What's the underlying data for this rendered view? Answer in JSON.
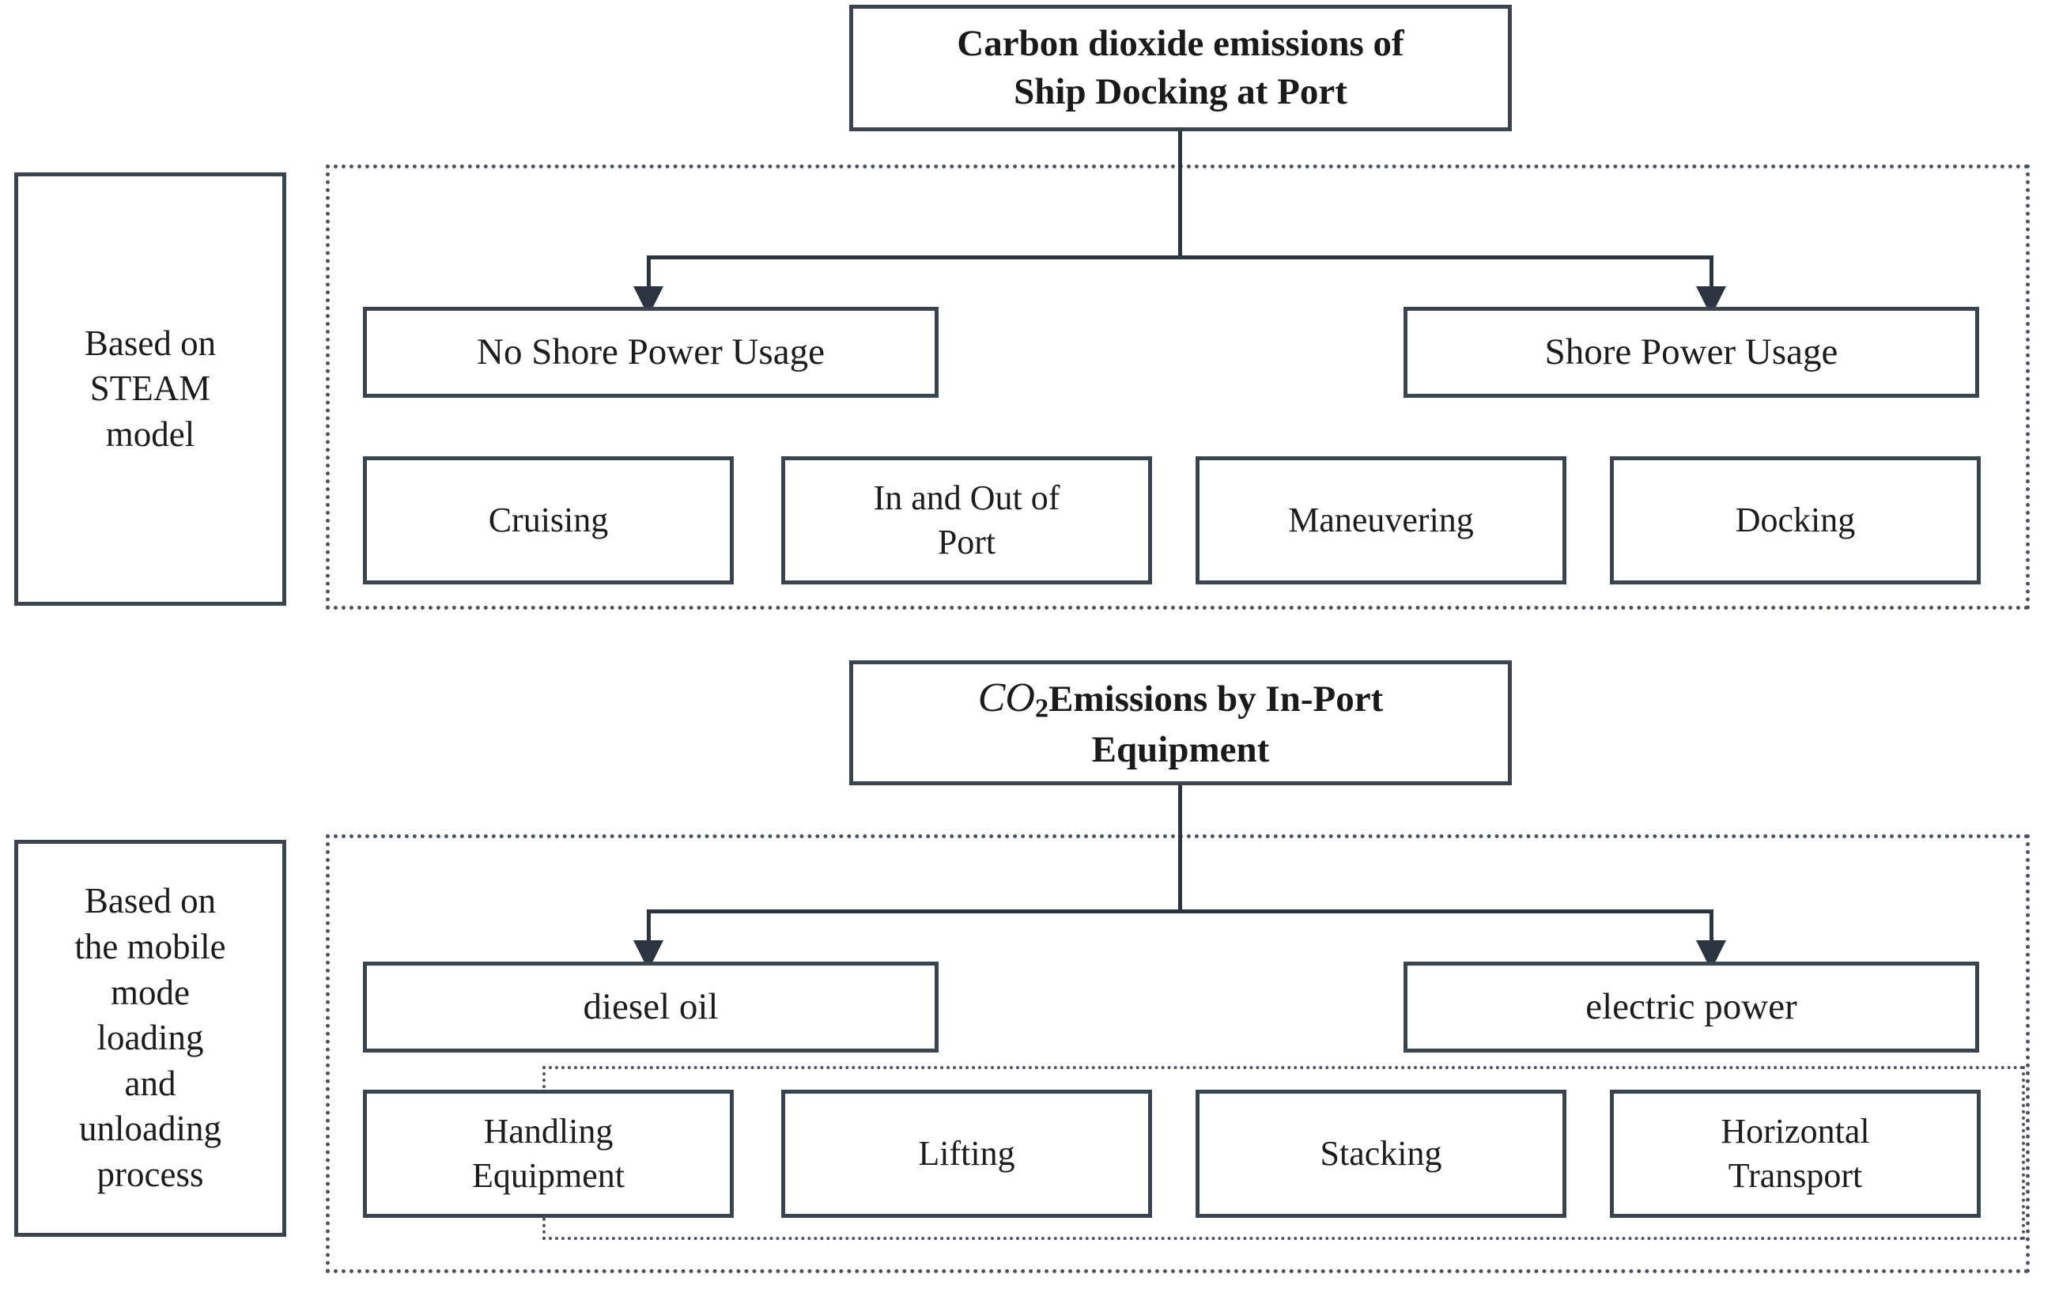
{
  "diagram": {
    "title": "Carbon dioxide emissions of Ship Docking at Port",
    "accent_border_color": "#3a4450",
    "dotted_border_color": "#4a5360",
    "connector_color": "#2b3440",
    "background_color": "#ffffff"
  },
  "sections": [
    {
      "id": "ship-docking",
      "side_label": "Based on\nSTEAM\nmodel",
      "root": {
        "line1": "Carbon dioxide emissions of",
        "line2": "Ship Docking at Port"
      },
      "branches": [
        {
          "label": "No Shore Power Usage"
        },
        {
          "label": "Shore Power Usage"
        }
      ],
      "leaves": [
        {
          "label": "Cruising"
        },
        {
          "label": "In and Out of\nPort"
        },
        {
          "label": "Maneuvering"
        },
        {
          "label": "Docking"
        }
      ]
    },
    {
      "id": "in-port-equipment",
      "side_label": "Based on\nthe mobile\nmode\nloading\nand\nunloading\nprocess",
      "root": {
        "formula_prefix": "CO",
        "formula_sub": "2",
        "line1": "Emissions  by In-Port",
        "line2": "Equipment"
      },
      "branches": [
        {
          "label": "diesel oil"
        },
        {
          "label": "electric power"
        }
      ],
      "leaves": [
        {
          "label": "Handling\nEquipment"
        },
        {
          "label": "Lifting"
        },
        {
          "label": "Stacking"
        },
        {
          "label": "Horizontal\nTransport"
        }
      ]
    }
  ]
}
